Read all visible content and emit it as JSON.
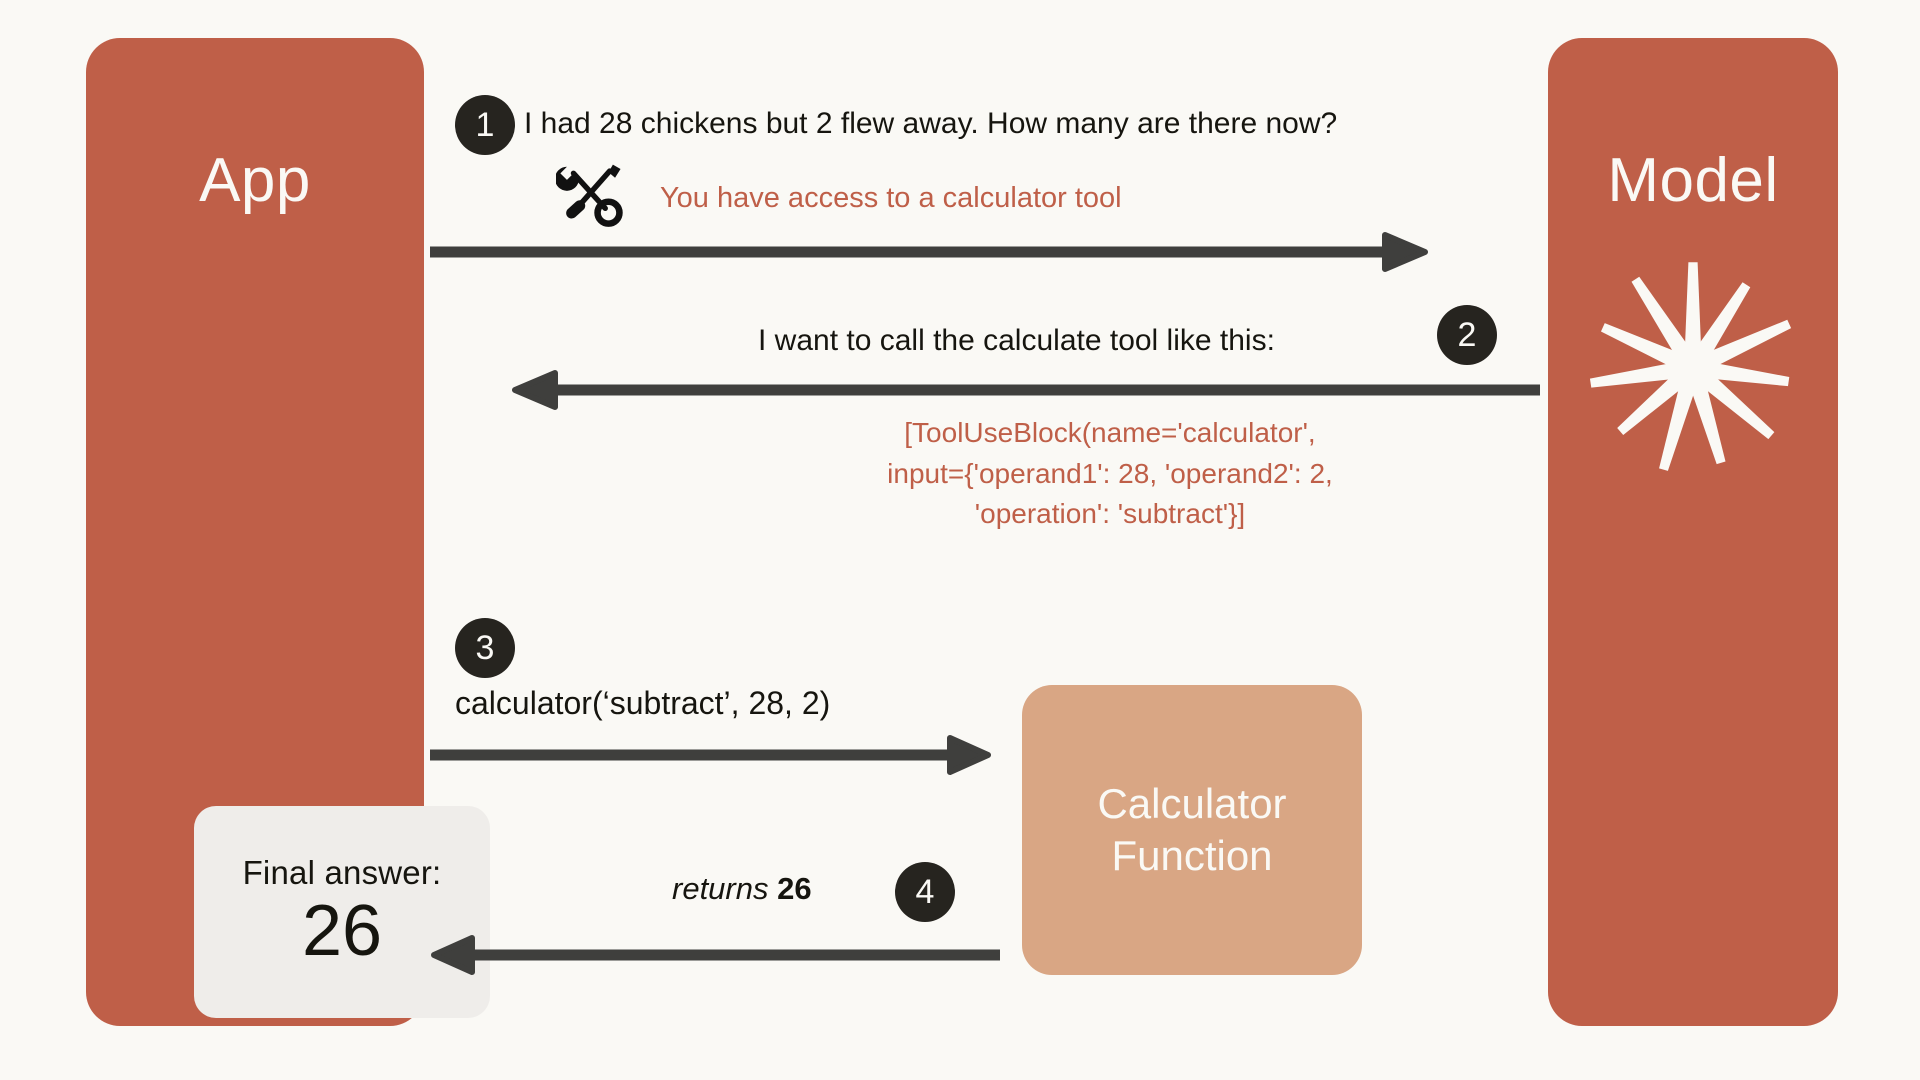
{
  "diagram": {
    "title": "Tool use flow: App, Model, Calculator Function",
    "background_color": "#faf9f5",
    "accent_color": "#bf5f48",
    "arrow_color": "#3f3f3d",
    "badge_color": "#26241f",
    "tool_box_color": "#d9a684",
    "card_color": "#efedea"
  },
  "app_panel": {
    "title": "App",
    "final_answer": {
      "label": "Final answer:",
      "value": "26"
    }
  },
  "model_panel": {
    "title": "Model",
    "logo": "claude-starburst-icon"
  },
  "tool_box": {
    "line1": "Calculator",
    "line2": "Function"
  },
  "steps": [
    {
      "number": "1",
      "direction": "app-to-model",
      "message": "I had 28 chickens but 2 flew away. How many are there now?",
      "tool_icon": "hammer-and-wrench-icon",
      "tool_note": "You have access to a calculator tool"
    },
    {
      "number": "2",
      "direction": "model-to-app",
      "message": "I want to call the calculate tool like this:",
      "code": "[ToolUseBlock(name='calculator', input={'operand1': 28, 'operand2': 2, 'operation': 'subtract'}]",
      "code_lines": [
        "[ToolUseBlock(name='calculator',",
        "input={'operand1': 28, 'operand2': 2,",
        "'operation': 'subtract'}]"
      ]
    },
    {
      "number": "3",
      "direction": "app-to-calculator",
      "message": "calculator(‘subtract’, 28, 2)"
    },
    {
      "number": "4",
      "direction": "calculator-to-app",
      "message_italic": "returns ",
      "message_bold": "26"
    }
  ]
}
